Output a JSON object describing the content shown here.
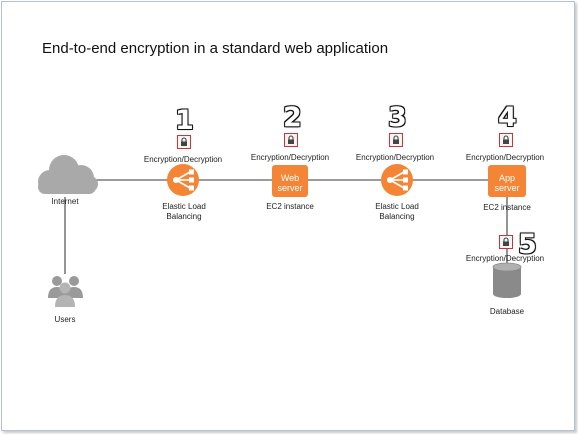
{
  "title": "End-to-end encryption in a standard web application",
  "nodes": {
    "internet": "Internet",
    "users": "Users",
    "elb1": "Elastic Load Balancing",
    "web_server": "Web server",
    "ec2_1": "EC2 instance",
    "elb2": "Elastic Load Balancing",
    "app_server": "App server",
    "ec2_2": "EC2 instance",
    "database": "Database"
  },
  "encryption_points": [
    {
      "number": "1",
      "label": "Encryption/Decryption"
    },
    {
      "number": "2",
      "label": "Encryption/Decryption"
    },
    {
      "number": "3",
      "label": "Encryption/Decryption"
    },
    {
      "number": "4",
      "label": "Encryption/Decryption"
    },
    {
      "number": "5",
      "label": "Encryption/Decryption"
    }
  ],
  "colors": {
    "aws_orange": "#f58536",
    "connector": "#7a7a7a",
    "lock_border": "#cc3333",
    "cloud": "#a9a9a9",
    "database": "#8a8a8a"
  },
  "icons": {
    "lock": "lock-icon",
    "cloud": "cloud-icon",
    "users": "users-icon",
    "load_balancer": "load-balancer-icon",
    "database": "database-icon"
  }
}
